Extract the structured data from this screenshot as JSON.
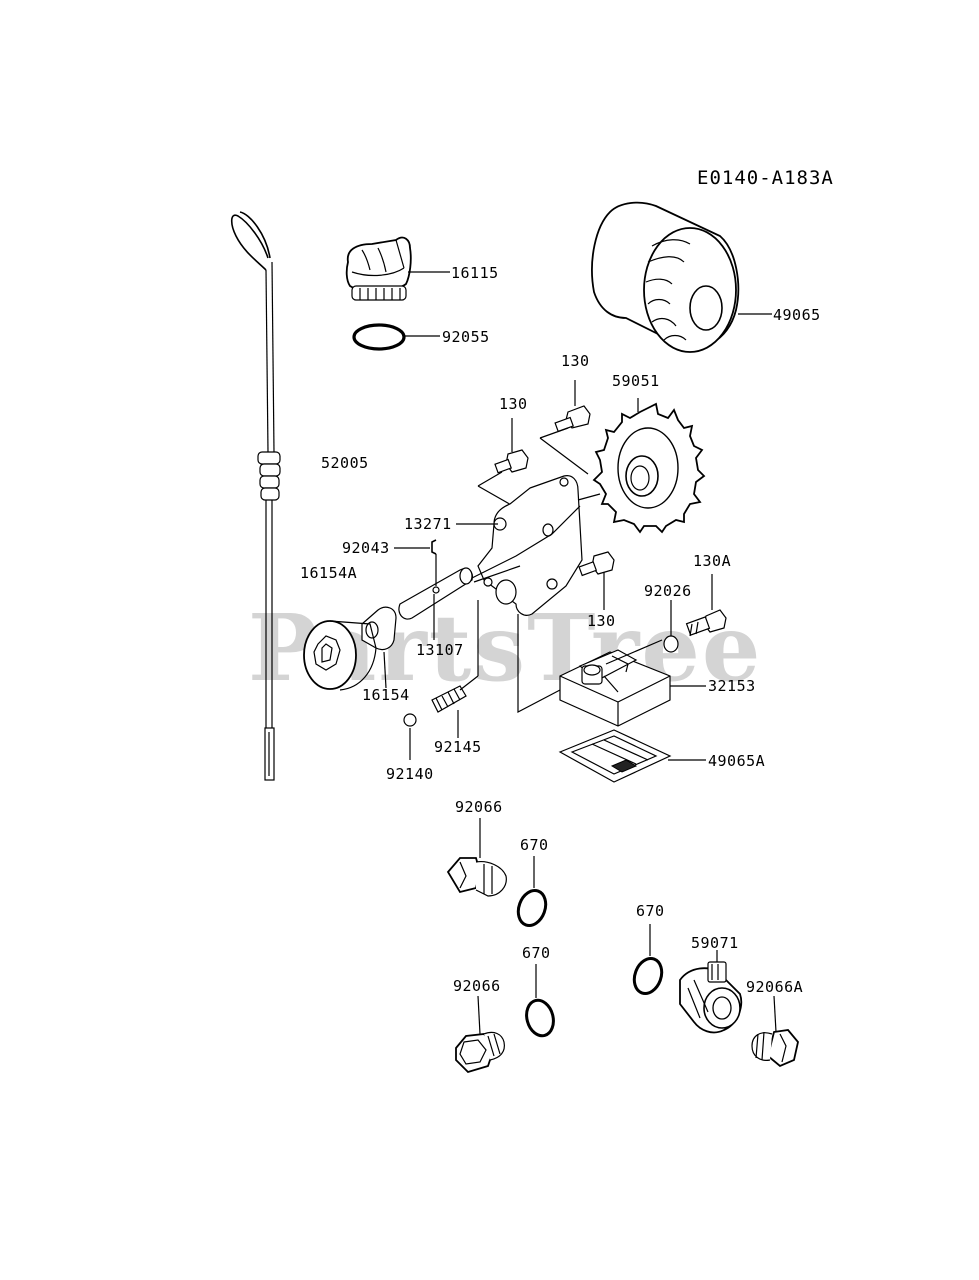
{
  "diagram_code": "E0140-A183A",
  "watermark": "PartsTree",
  "labels": {
    "l16115": "16115",
    "l92055": "92055",
    "l49065": "49065",
    "l130a": "130",
    "l130b": "130",
    "l59051": "59051",
    "l52005": "52005",
    "l13271": "13271",
    "l92043": "92043",
    "l16154A": "16154A",
    "l130c": "130",
    "l92026": "92026",
    "l130A": "130A",
    "l13107": "13107",
    "l32153": "32153",
    "l16154": "16154",
    "l92145": "92145",
    "l92140": "92140",
    "l49065A": "49065A",
    "l92066a": "92066",
    "l670a": "670",
    "l670b": "670",
    "l670c": "670",
    "l59071": "59071",
    "l92066b": "92066",
    "l92066A": "92066A"
  }
}
